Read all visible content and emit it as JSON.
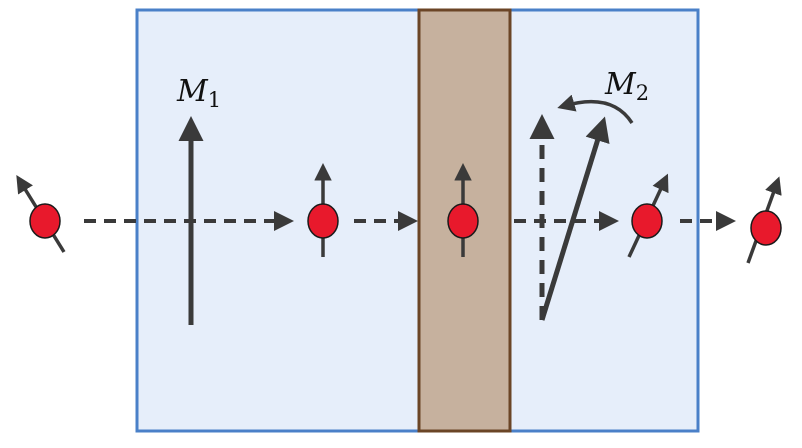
{
  "labels": {
    "m1": {
      "main": "M",
      "sub": "1"
    },
    "m2": {
      "main": "M",
      "sub": "2"
    }
  },
  "colors": {
    "layer_fill": "#e6eefa",
    "layer_border": "#4a80c8",
    "spacer_fill": "#c6b19e",
    "spacer_border": "#6b4526",
    "arrow": "#3a3a3a",
    "electron_fill": "#e8192c",
    "electron_stroke": "#1a1a1a"
  }
}
